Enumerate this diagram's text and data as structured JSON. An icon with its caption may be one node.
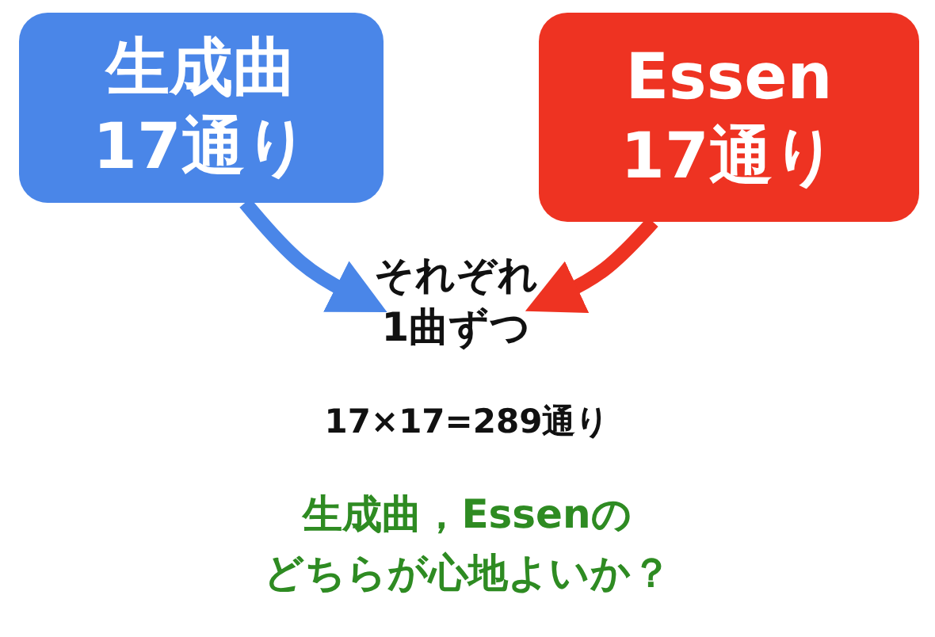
{
  "diagram": {
    "nodes": [
      {
        "text": [
          "生成曲",
          "17通り"
        ]
      },
      {
        "text": [
          "Essen",
          "17通り"
        ]
      },
      {
        "text": [
          "それぞれ1曲ずつ"
        ]
      }
    ],
    "edges": [
      {
        "from": 0,
        "to": 2,
        "arrow": "to",
        "color": "#4a86e8"
      },
      {
        "from": 1,
        "to": 2,
        "arrow": "to",
        "color": "#ee3322"
      }
    ],
    "labels": [
      "17×17=289通り",
      "生成曲，Essenの",
      "どちらが心地よいか？"
    ]
  }
}
